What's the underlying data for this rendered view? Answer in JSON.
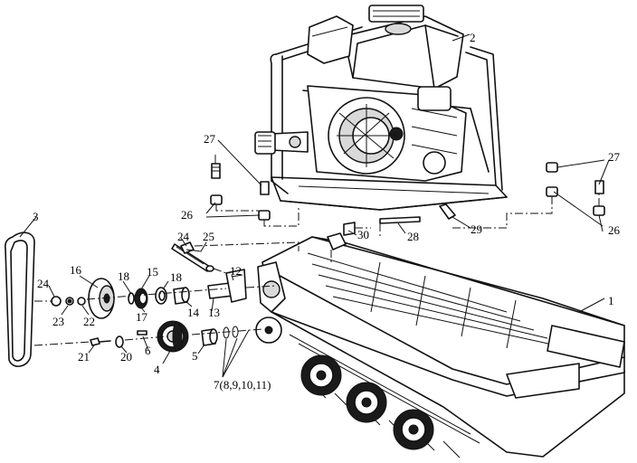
{
  "callouts": {
    "c1": "1",
    "c2": "2",
    "c3": "3",
    "c4": "4",
    "c5": "5",
    "c6": "6",
    "c7": "7(8,9,10,11)",
    "c12": "12",
    "c13": "13",
    "c14": "14",
    "c15": "15",
    "c16": "16",
    "c17": "17",
    "c18a": "18",
    "c18b": "18",
    "c20": "20",
    "c21": "21",
    "c22": "22",
    "c23": "23",
    "c24a": "24",
    "c24b": "24",
    "c25": "25",
    "c26a": "26",
    "c26b": "26",
    "c27a": "27",
    "c27b": "27",
    "c28": "28",
    "c29": "29",
    "c30": "30"
  },
  "colors": {
    "line": "#111111",
    "background": "#ffffff"
  }
}
